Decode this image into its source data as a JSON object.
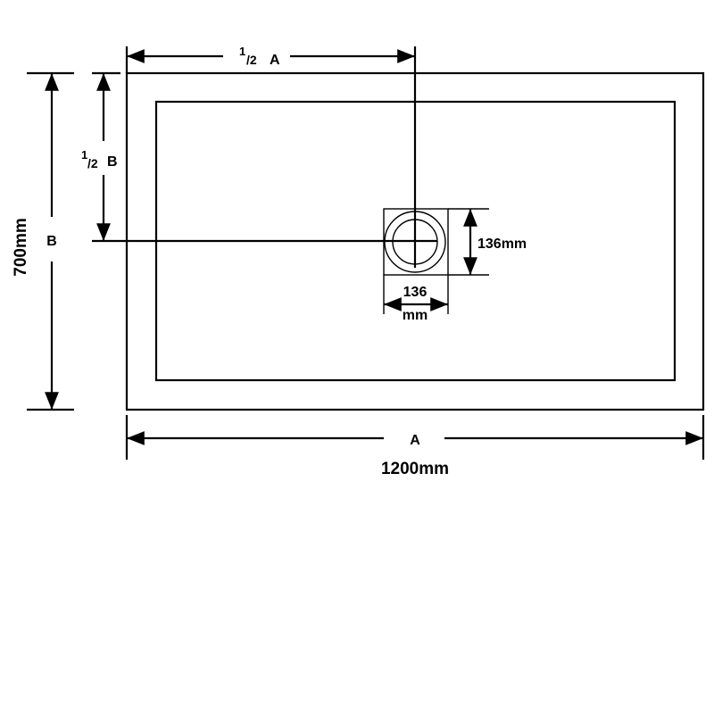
{
  "labels": {
    "half_a_num": "1",
    "half_a_den": "/2",
    "half_a_letter": "A",
    "half_b_num": "1",
    "half_b_den": "/2",
    "half_b_letter": "B",
    "b": "B",
    "height": "700mm",
    "a": "A",
    "width": "1200mm",
    "drain_height": "136mm",
    "drain_width_value": "136",
    "drain_width_unit": "mm"
  }
}
